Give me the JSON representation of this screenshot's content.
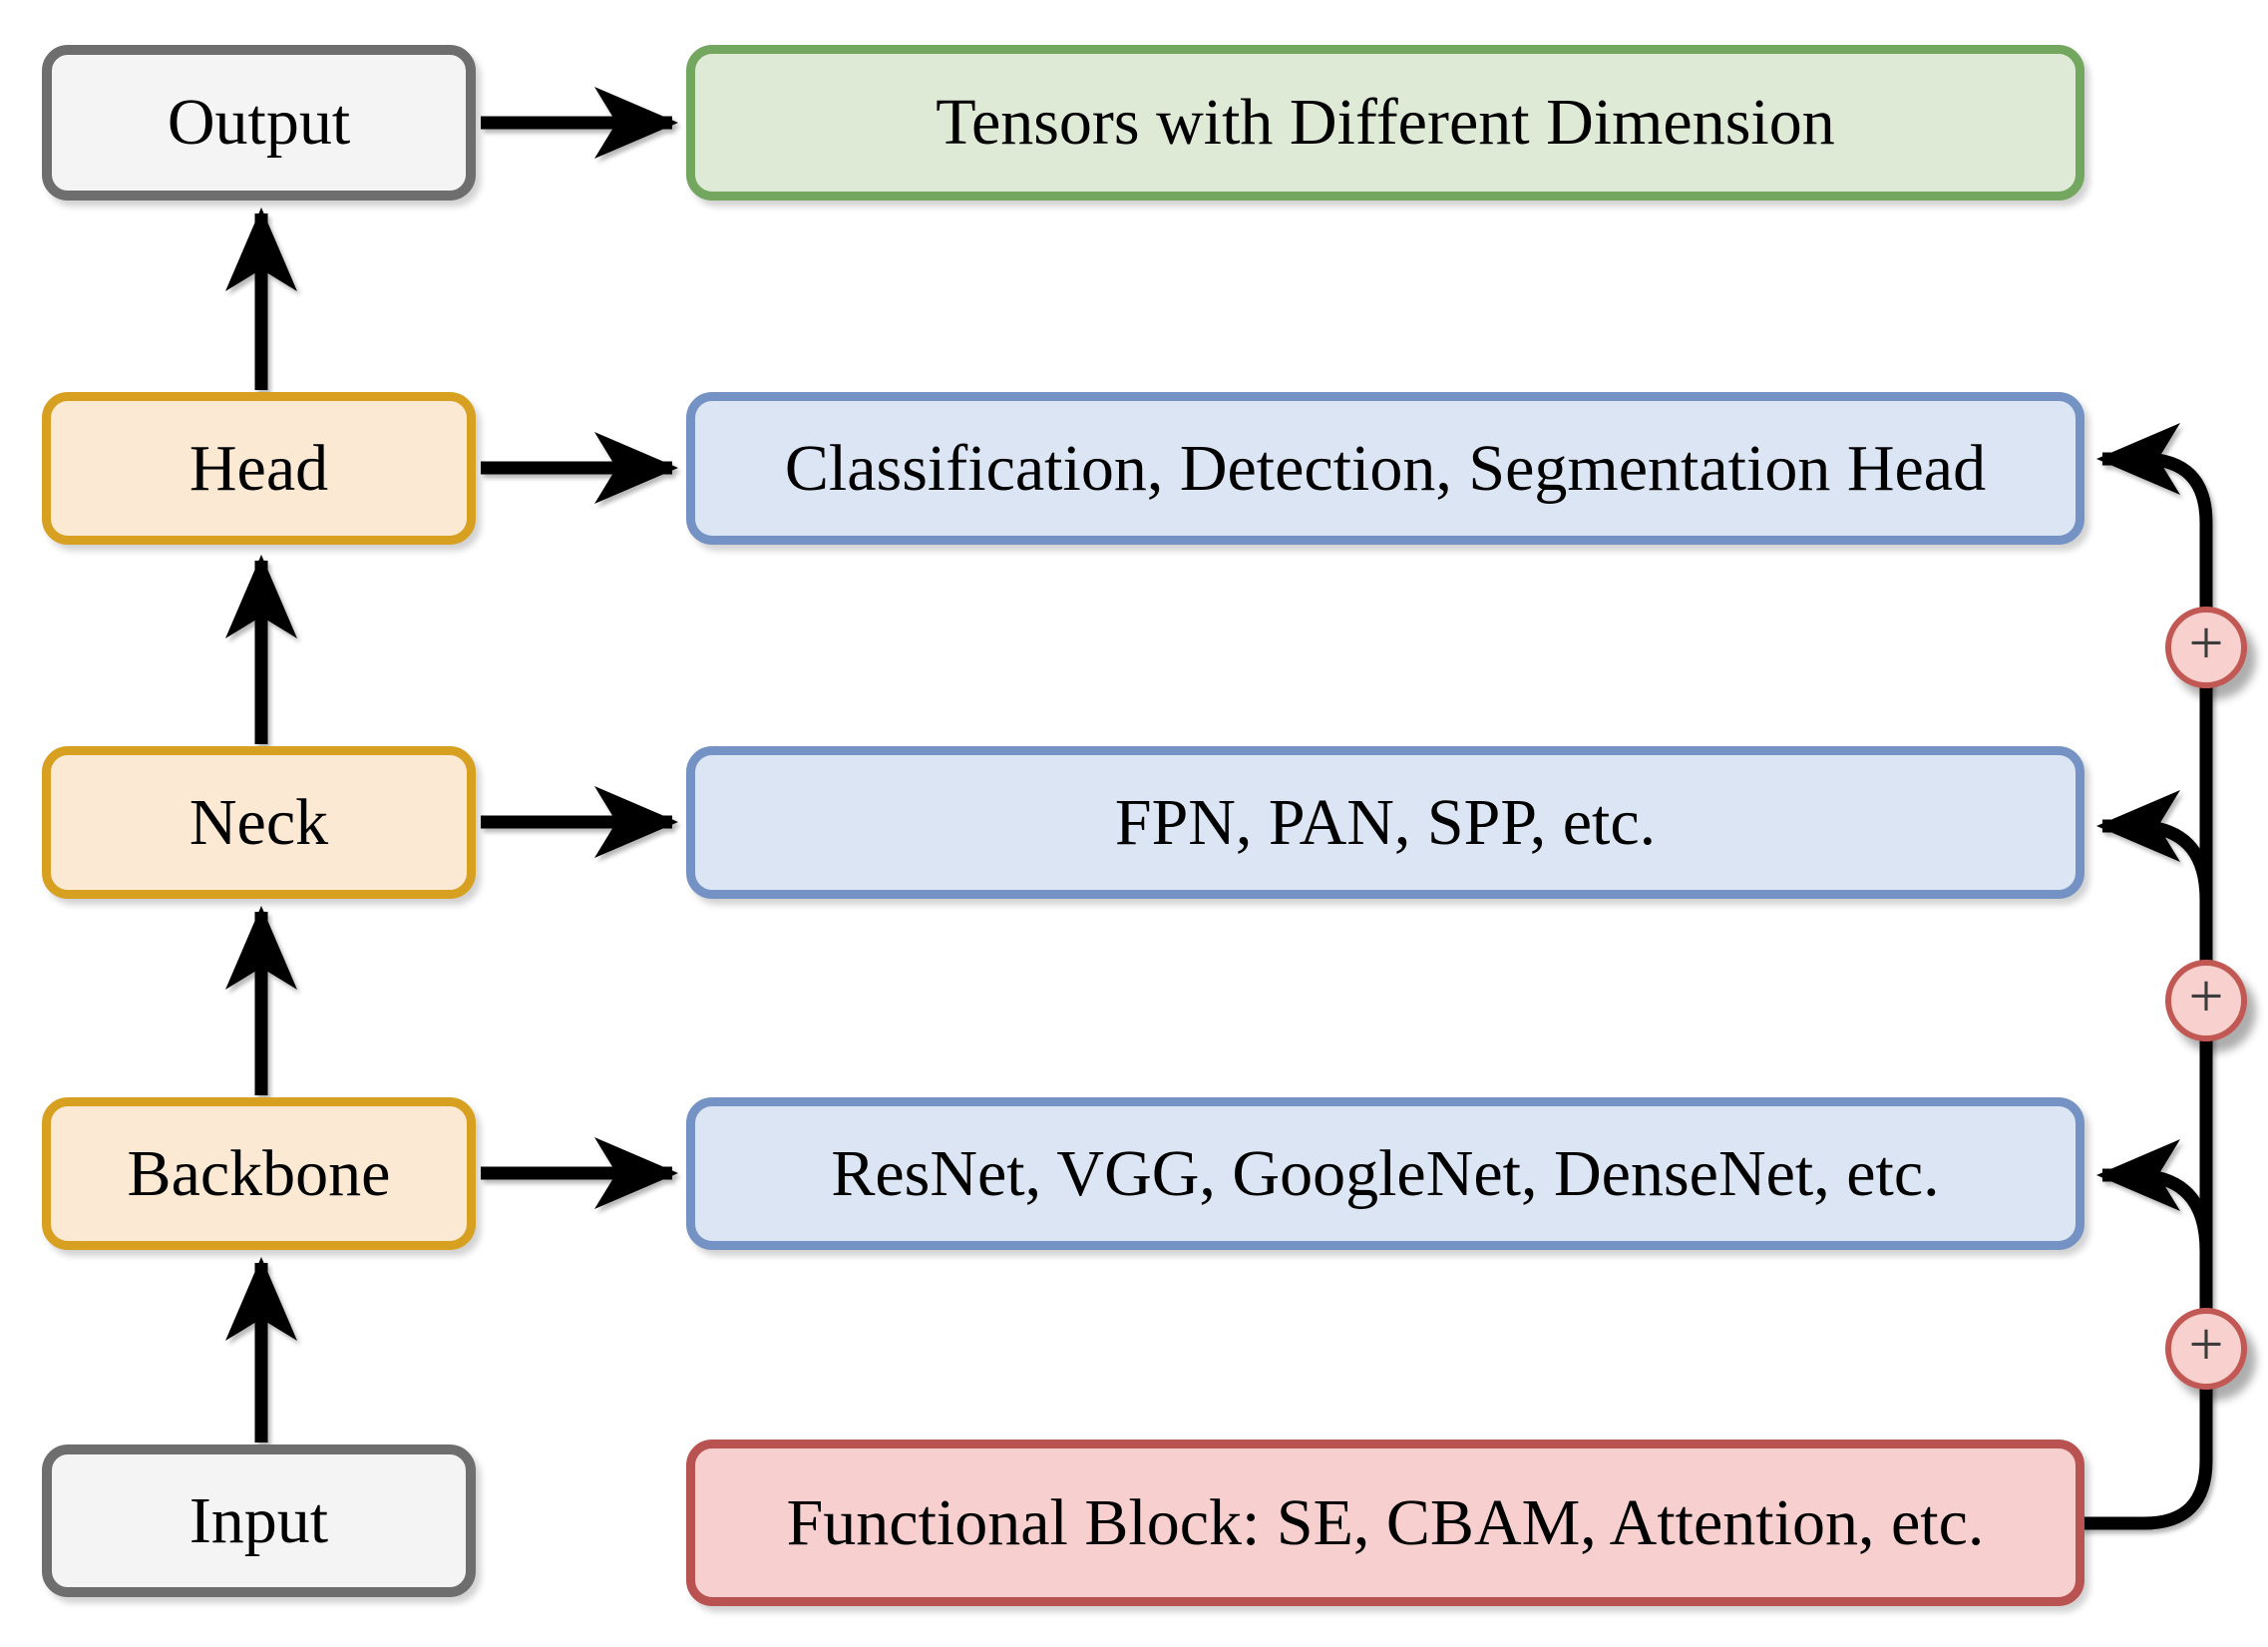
{
  "nodes": {
    "output": {
      "label": "Output"
    },
    "head": {
      "label": "Head"
    },
    "neck": {
      "label": "Neck"
    },
    "backbone": {
      "label": "Backbone"
    },
    "input": {
      "label": "Input"
    },
    "tensors": {
      "label": "Tensors with Different Dimension"
    },
    "head_detail": {
      "label": "Classification, Detection, Segmentation Head"
    },
    "neck_detail": {
      "label": "FPN, PAN, SPP, etc."
    },
    "backbone_detail": {
      "label": "ResNet, VGG, GoogleNet, DenseNet, etc."
    },
    "functional_block": {
      "label": "Functional Block: SE, CBAM, Attention, etc."
    }
  },
  "operators": {
    "plus_1": "+",
    "plus_2": "+",
    "plus_3": "+"
  },
  "colors": {
    "canvas_bg": "#ffffff",
    "arrow": "#000000",
    "io_fill": "#f4f4f4",
    "io_border": "#6e6e6e",
    "stage_fill": "#fce9d3",
    "stage_border": "#d7a021",
    "tensor_fill": "#deead6",
    "tensor_border": "#73a65e",
    "detail_fill": "#dbe5f4",
    "detail_border": "#7493c4",
    "functional_fill": "#f6cfce",
    "functional_border": "#b95351",
    "plus_fill": "#f8d1cf",
    "plus_border": "#c25853",
    "plus_sign": "#3c3c3c"
  }
}
